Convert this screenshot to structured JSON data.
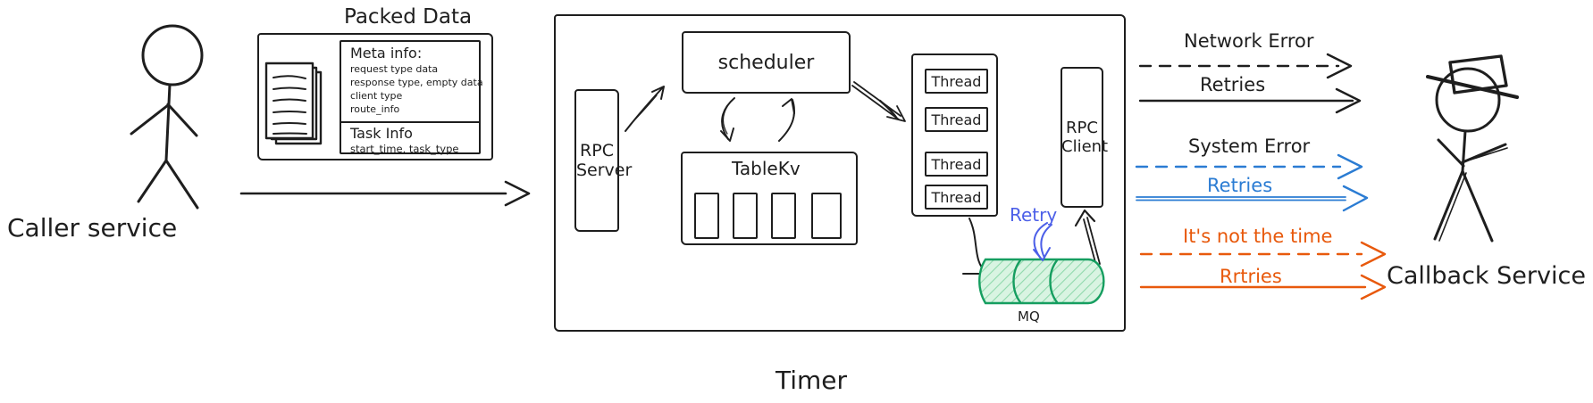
{
  "caller": {
    "label": "Caller service"
  },
  "packed_data": {
    "title": "Packed Data",
    "meta_heading": "Meta info:",
    "meta_lines": [
      "request type data",
      "response type, empty data",
      "client type",
      "route_info"
    ],
    "task_heading": "Task Info",
    "task_line": "start_time, task_type"
  },
  "timer": {
    "label": "Timer",
    "rpc_server": "RPC Server",
    "scheduler": "scheduler",
    "tablekv": "TableKv",
    "threads": [
      "Thread",
      "Thread",
      "Thread",
      "Thread"
    ],
    "rpc_client": "RPC Client",
    "mq_label": "MQ",
    "retry_label": "Retry"
  },
  "flows": [
    {
      "label": "Network Error",
      "line": "dashed",
      "color": "#1e1e1e",
      "label_color": "#1e1e1e"
    },
    {
      "label": "Retries",
      "line": "solid",
      "color": "#1e1e1e",
      "label_color": "#1e1e1e"
    },
    {
      "label": "System Error",
      "line": "dashed",
      "color": "#2b7cd3",
      "label_color": "#1e1e1e"
    },
    {
      "label": "Retries",
      "line": "solid",
      "color": "#2b7cd3",
      "label_color": "#2b7cd3"
    },
    {
      "label": "It's not the time",
      "line": "dashed",
      "color": "#e8590c",
      "label_color": "#e8590c"
    },
    {
      "label": "Rrtries",
      "line": "solid",
      "color": "#e8590c",
      "label_color": "#e8590c"
    }
  ],
  "callback": {
    "label": "Callback Service"
  },
  "colors": {
    "ink": "#1e1e1e",
    "flow_blue": "#2b7cd3",
    "retry_blue": "#4c5fe8",
    "orange": "#e8590c",
    "green": "#169e60",
    "green_fill": "#d9f4e2",
    "green_hatch": "#8fd9ac"
  }
}
